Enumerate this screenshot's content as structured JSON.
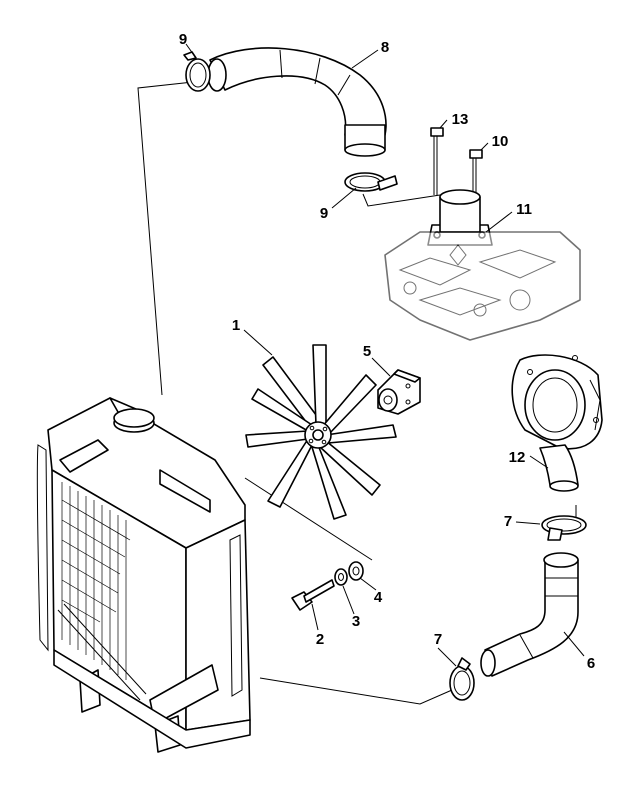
{
  "diagram": {
    "callouts": [
      {
        "id": "c1",
        "label": "1",
        "part": "fan"
      },
      {
        "id": "c2",
        "label": "2",
        "part": "bolt"
      },
      {
        "id": "c3",
        "label": "3",
        "part": "lock-washer"
      },
      {
        "id": "c4",
        "label": "4",
        "part": "flat-washer"
      },
      {
        "id": "c5",
        "label": "5",
        "part": "fan-spacer"
      },
      {
        "id": "c6",
        "label": "6",
        "part": "lower-radiator-hose"
      },
      {
        "id": "c7a",
        "label": "7",
        "part": "hose-clamp-lower"
      },
      {
        "id": "c7b",
        "label": "7",
        "part": "hose-clamp-lower"
      },
      {
        "id": "c8",
        "label": "8",
        "part": "upper-radiator-hose"
      },
      {
        "id": "c9a",
        "label": "9",
        "part": "hose-clamp-upper"
      },
      {
        "id": "c9b",
        "label": "9",
        "part": "hose-clamp-upper"
      },
      {
        "id": "c10",
        "label": "10",
        "part": "thermostat-housing-bolt"
      },
      {
        "id": "c11",
        "label": "11",
        "part": "thermostat-housing"
      },
      {
        "id": "c12",
        "label": "12",
        "part": "water-pump-pipe"
      },
      {
        "id": "c13",
        "label": "13",
        "part": "thermostat-housing-bolt"
      }
    ]
  }
}
